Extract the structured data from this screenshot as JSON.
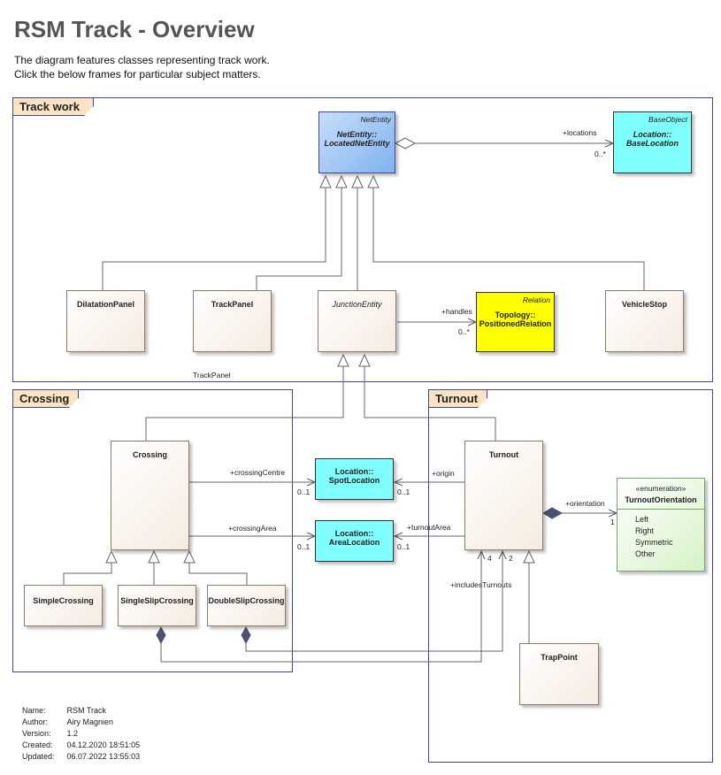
{
  "page": {
    "title": "RSM Track - Overview",
    "description": [
      "The diagram features classes representing track work.",
      "Click the below frames for particular subject matters."
    ]
  },
  "frames": {
    "track_work": "Track work",
    "crossing": "Crossing",
    "turnout": "Turnout"
  },
  "classes": {
    "located_net_entity": {
      "stereo": "NetEntity",
      "name": [
        "NetEntity::",
        "LocatedNetEntity"
      ]
    },
    "base_location": {
      "stereo": "BaseObject",
      "name": [
        "Location::",
        "BaseLocation"
      ]
    },
    "dilatation_panel": {
      "name": "DilatationPanel"
    },
    "track_panel": {
      "name": "TrackPanel"
    },
    "junction_entity": {
      "name": "JunctionEntity"
    },
    "positioned_relation": {
      "stereo": "Relation",
      "name": [
        "Topology::",
        "PositionedRelation"
      ]
    },
    "vehicle_stop": {
      "name": "VehicleStop"
    },
    "crossing": {
      "name": "Crossing"
    },
    "spot_location": {
      "name": [
        "Location::",
        "SpotLocation"
      ]
    },
    "area_location": {
      "name": [
        "Location::",
        "AreaLocation"
      ]
    },
    "turnout": {
      "name": "Turnout"
    },
    "turnout_orientation": {
      "stereo": "«enumeration»",
      "name": "TurnoutOrientation",
      "literals": [
        "Left",
        "Right",
        "Symmetric",
        "Other"
      ]
    },
    "simple_crossing": {
      "name": "SimpleCrossing"
    },
    "single_slip_crossing": {
      "name": "SingleSlipCrossing"
    },
    "double_slip_crossing": {
      "name": "DoubleSlipCrossing"
    },
    "trap_point": {
      "name": "TrapPoint"
    }
  },
  "labels": {
    "locations": "+locations",
    "locations_mult": "0..*",
    "handles": "+handles",
    "handles_mult": "0..*",
    "track_panel_note": "TrackPanel",
    "crossing_centre": "+crossingCentre",
    "crossing_area": "+crossingArea",
    "mult_0_1": "0..1",
    "origin": "+origin",
    "turnout_area": "+turnoutArea",
    "orientation": "+orientation",
    "orientation_mult": "1",
    "includes_turnouts": "+includesTurnouts",
    "mult_4": "4",
    "mult_2": "2"
  },
  "metadata": [
    {
      "key": "Name:",
      "value": "RSM Track"
    },
    {
      "key": "Author:",
      "value": "Airy Magnien"
    },
    {
      "key": "Version:",
      "value": "1.2"
    },
    {
      "key": "Created:",
      "value": "04.12.2020 18:51:05"
    },
    {
      "key": "Updated:",
      "value": "06.07.2022 13:55:03"
    }
  ]
}
